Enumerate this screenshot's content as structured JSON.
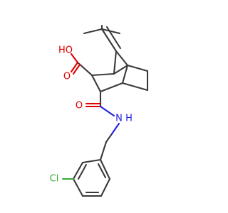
{
  "labels": {
    "hydroxyl": "HO",
    "carbonyl_oxygen_acid": "O",
    "carbonyl_oxygen_amide": "O",
    "amide_nitrogen": "N",
    "amide_hydrogen": "H",
    "chlorine": "Cl"
  },
  "colors": {
    "bond": "#3a3a3a",
    "oxygen": "#e00000",
    "nitrogen": "#2020e0",
    "chlorine": "#33aa33",
    "background": "#ffffff"
  }
}
